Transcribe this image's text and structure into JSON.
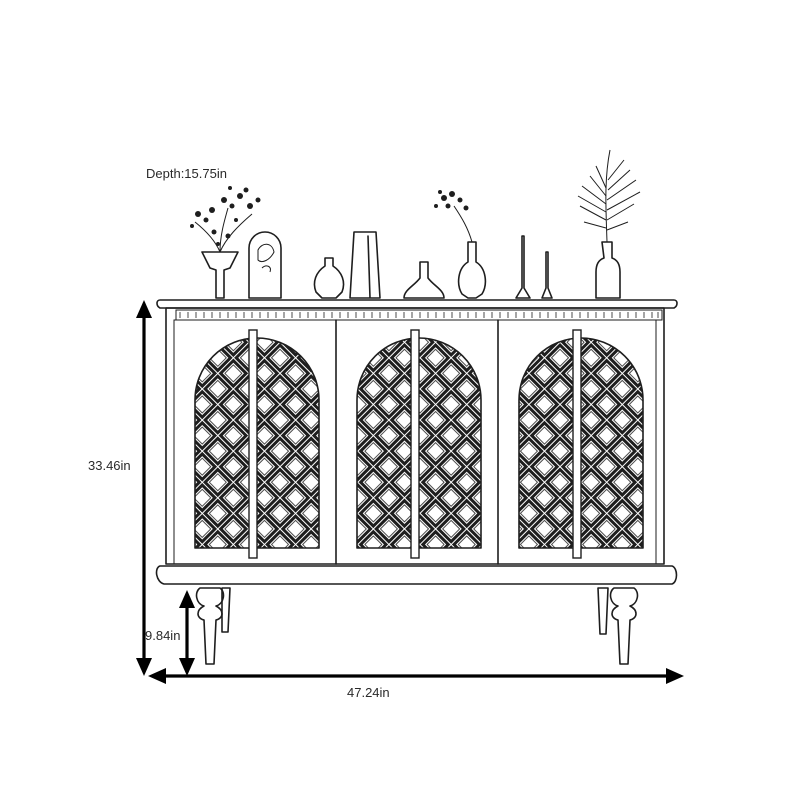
{
  "dimensions": {
    "depth": "Depth:15.75in",
    "height": "33.46in",
    "leg_height": "9.84in",
    "width": "47.24in"
  },
  "colors": {
    "ink": "#1e1e1e",
    "arrow": "#000000",
    "background": "#ffffff"
  },
  "decor_items": [
    "flower-bowl",
    "bust-sculpture",
    "round-vase",
    "tall-vase",
    "lamp-vase",
    "bud-vase-flower",
    "candle-holder",
    "candle-holder-short",
    "fern-bottle"
  ]
}
